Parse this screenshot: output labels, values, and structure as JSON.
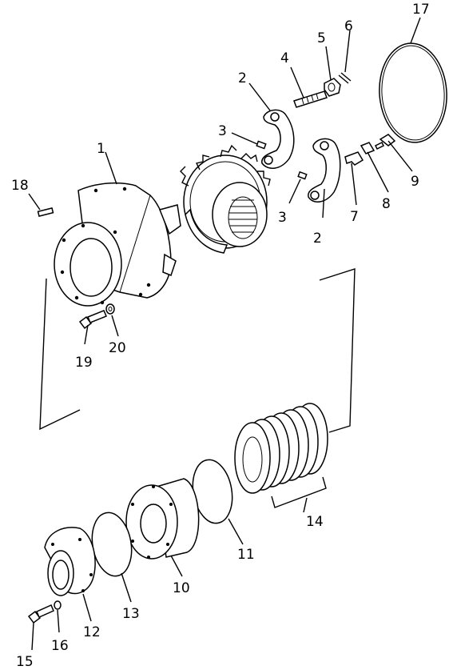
{
  "callouts": [
    {
      "id": "1",
      "text": "1"
    },
    {
      "id": "2a",
      "text": "2"
    },
    {
      "id": "2b",
      "text": "2"
    },
    {
      "id": "3a",
      "text": "3"
    },
    {
      "id": "3b",
      "text": "3"
    },
    {
      "id": "4",
      "text": "4"
    },
    {
      "id": "5",
      "text": "5"
    },
    {
      "id": "6",
      "text": "6"
    },
    {
      "id": "7",
      "text": "7"
    },
    {
      "id": "8",
      "text": "8"
    },
    {
      "id": "9",
      "text": "9"
    },
    {
      "id": "10",
      "text": "10"
    },
    {
      "id": "11",
      "text": "11"
    },
    {
      "id": "12",
      "text": "12"
    },
    {
      "id": "13",
      "text": "13"
    },
    {
      "id": "14",
      "text": "14"
    },
    {
      "id": "15",
      "text": "15"
    },
    {
      "id": "16",
      "text": "16"
    },
    {
      "id": "17",
      "text": "17"
    },
    {
      "id": "18",
      "text": "18"
    },
    {
      "id": "19",
      "text": "19"
    },
    {
      "id": "20",
      "text": "20"
    }
  ]
}
